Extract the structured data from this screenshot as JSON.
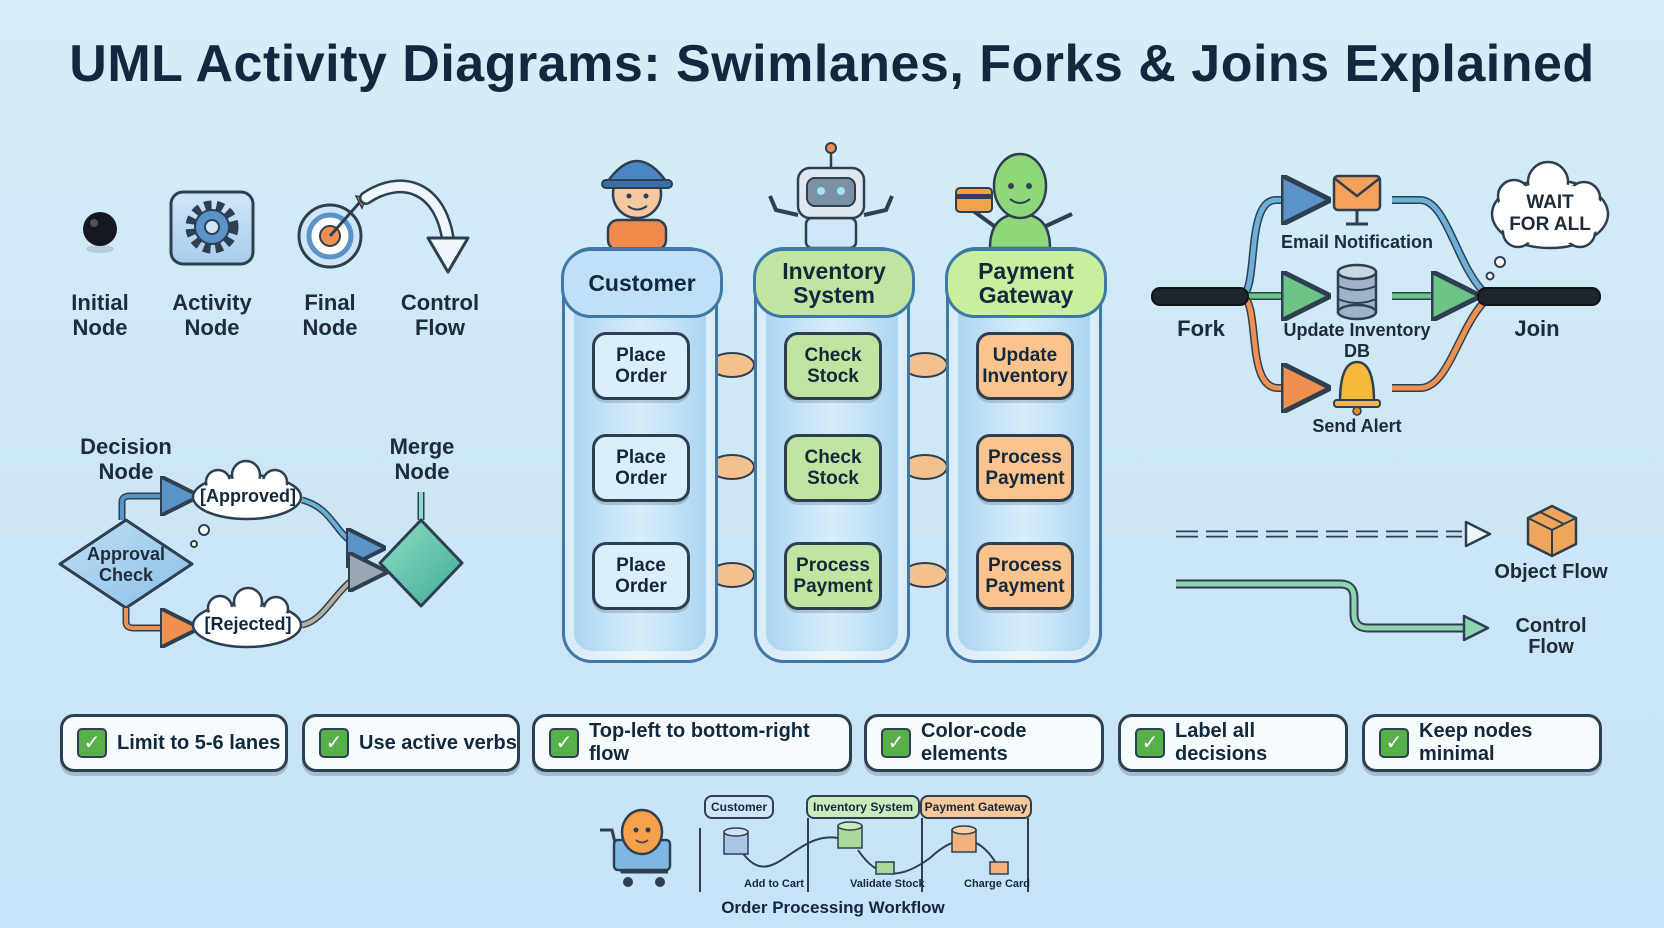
{
  "title": "UML Activity Diagrams: Swimlanes, Forks & Joins Explained",
  "legend": {
    "initial_node": "Initial\nNode",
    "activity_node": "Activity\nNode",
    "final_node": "Final\nNode",
    "control_flow": "Control\nFlow"
  },
  "decision": {
    "decision_label": "Decision\nNode",
    "merge_label": "Merge\nNode",
    "diamond_text": "Approval\nCheck",
    "approved": "[Approved]",
    "rejected": "[Rejected]"
  },
  "swimlanes": [
    {
      "name": "Customer",
      "color": "#dbeefc",
      "nodes": [
        "Place\nOrder",
        "Place\nOrder",
        "Place\nOrder"
      ]
    },
    {
      "name": "Inventory\nSystem",
      "color": "#bfe5a0",
      "nodes": [
        "Check\nStock",
        "Check\nStock",
        "Process\nPayment"
      ]
    },
    {
      "name": "Payment\nGateway",
      "color": "#fbc48f",
      "nodes": [
        "Update\nInventory",
        "Process\nPayment",
        "Process\nPayment"
      ]
    }
  ],
  "fork_join": {
    "fork": "Fork",
    "join": "Join",
    "wait": "WAIT\nFOR ALL",
    "branches": [
      "Email Notification",
      "Update Inventory\nDB",
      "Send Alert"
    ]
  },
  "flows": {
    "object_flow": "Object Flow",
    "control_flow": "Control Flow"
  },
  "tips": [
    "Limit to 5-6 lanes",
    "Use active verbs",
    "Top-left to bottom-right flow",
    "Color-code elements",
    "Label all decisions",
    "Keep nodes minimal"
  ],
  "mini_workflow": {
    "title": "Order Processing Workflow",
    "lanes": [
      "Customer",
      "Inventory System",
      "Payment Gateway"
    ],
    "steps": [
      "Add to Cart",
      "Validate Stock",
      "Charge Card"
    ]
  },
  "colors": {
    "blue": "#4a86c4",
    "green": "#6cc486",
    "orange": "#f09050",
    "dark": "#2e3f52"
  }
}
